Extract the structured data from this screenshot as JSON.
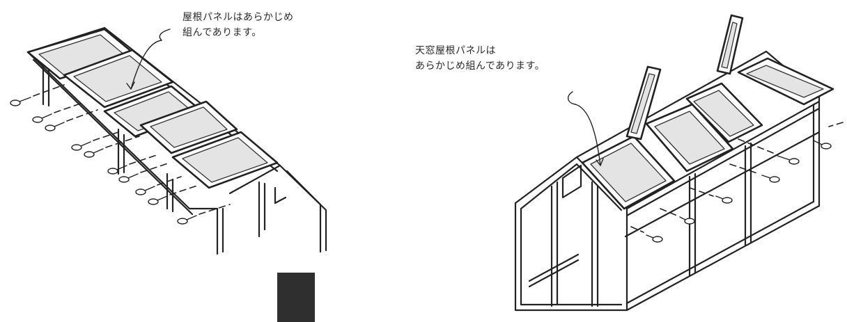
{
  "captions": {
    "left_line1": "屋根パネルはあらかじめ",
    "left_line2": "組んであります。",
    "right_line1": "天窓屋根パネルは",
    "right_line2": "あらかじめ組んであります。"
  }
}
